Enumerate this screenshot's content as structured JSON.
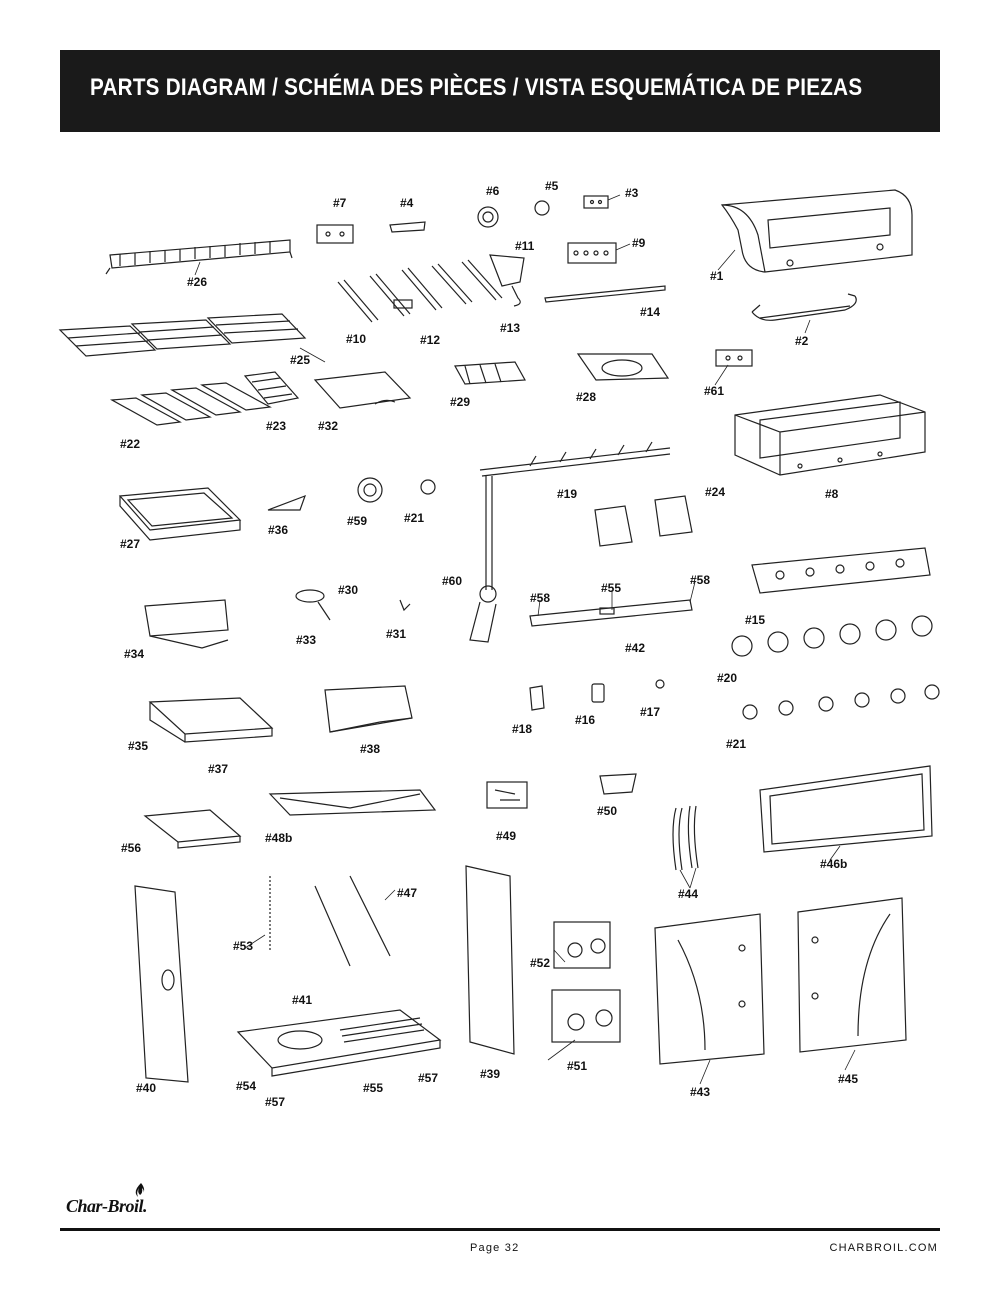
{
  "header": {
    "title": "PARTS DIAGRAM / SCHÉMA DES PIÈCES / VISTA ESQUEMÁTICA DE PIEZAS"
  },
  "parts": [
    {
      "id": "1",
      "label": "#1"
    },
    {
      "id": "2",
      "label": "#2"
    },
    {
      "id": "3",
      "label": "#3"
    },
    {
      "id": "4",
      "label": "#4"
    },
    {
      "id": "5",
      "label": "#5"
    },
    {
      "id": "6",
      "label": "#6"
    },
    {
      "id": "7",
      "label": "#7"
    },
    {
      "id": "8",
      "label": "#8"
    },
    {
      "id": "9",
      "label": "#9"
    },
    {
      "id": "10",
      "label": "#10"
    },
    {
      "id": "11",
      "label": "#11"
    },
    {
      "id": "12",
      "label": "#12"
    },
    {
      "id": "13",
      "label": "#13"
    },
    {
      "id": "14",
      "label": "#14"
    },
    {
      "id": "15",
      "label": "#15"
    },
    {
      "id": "16",
      "label": "#16"
    },
    {
      "id": "17",
      "label": "#17"
    },
    {
      "id": "18",
      "label": "#18"
    },
    {
      "id": "19",
      "label": "#19"
    },
    {
      "id": "20",
      "label": "#20"
    },
    {
      "id": "21a",
      "label": "#21"
    },
    {
      "id": "21b",
      "label": "#21"
    },
    {
      "id": "22",
      "label": "#22"
    },
    {
      "id": "23",
      "label": "#23"
    },
    {
      "id": "24",
      "label": "#24"
    },
    {
      "id": "25",
      "label": "#25"
    },
    {
      "id": "26",
      "label": "#26"
    },
    {
      "id": "27",
      "label": "#27"
    },
    {
      "id": "28",
      "label": "#28"
    },
    {
      "id": "29",
      "label": "#29"
    },
    {
      "id": "30",
      "label": "#30"
    },
    {
      "id": "31",
      "label": "#31"
    },
    {
      "id": "32",
      "label": "#32"
    },
    {
      "id": "33",
      "label": "#33"
    },
    {
      "id": "34",
      "label": "#34"
    },
    {
      "id": "35",
      "label": "#35"
    },
    {
      "id": "36",
      "label": "#36"
    },
    {
      "id": "37",
      "label": "#37"
    },
    {
      "id": "38",
      "label": "#38"
    },
    {
      "id": "39",
      "label": "#39"
    },
    {
      "id": "40",
      "label": "#40"
    },
    {
      "id": "41",
      "label": "#41"
    },
    {
      "id": "42",
      "label": "#42"
    },
    {
      "id": "43",
      "label": "#43"
    },
    {
      "id": "44",
      "label": "#44"
    },
    {
      "id": "45",
      "label": "#45"
    },
    {
      "id": "46b",
      "label": "#46b"
    },
    {
      "id": "47",
      "label": "#47"
    },
    {
      "id": "48b",
      "label": "#48b"
    },
    {
      "id": "49",
      "label": "#49"
    },
    {
      "id": "50",
      "label": "#50"
    },
    {
      "id": "51",
      "label": "#51"
    },
    {
      "id": "52",
      "label": "#52"
    },
    {
      "id": "53",
      "label": "#53"
    },
    {
      "id": "54",
      "label": "#54"
    },
    {
      "id": "55a",
      "label": "#55"
    },
    {
      "id": "55b",
      "label": "#55"
    },
    {
      "id": "56",
      "label": "#56"
    },
    {
      "id": "57a",
      "label": "#57"
    },
    {
      "id": "57b",
      "label": "#57"
    },
    {
      "id": "58a",
      "label": "#58"
    },
    {
      "id": "58b",
      "label": "#58"
    },
    {
      "id": "59",
      "label": "#59"
    },
    {
      "id": "60",
      "label": "#60"
    },
    {
      "id": "61",
      "label": "#61"
    }
  ],
  "footer": {
    "logo": "Char-Broil.",
    "page": "Page 32",
    "website": "CHARBROIL.COM"
  }
}
